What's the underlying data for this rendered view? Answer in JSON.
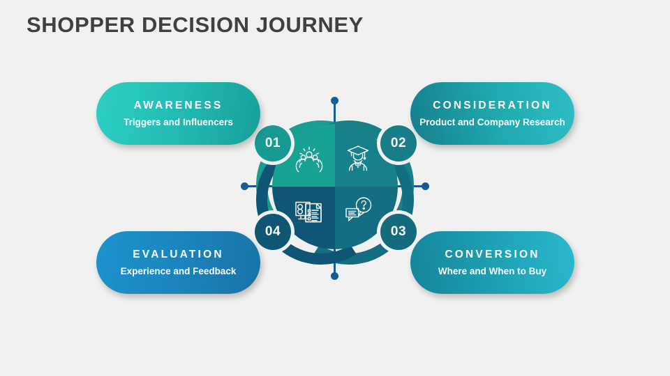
{
  "page": {
    "title": "SHOPPER DECISION JOURNEY",
    "background_color": "#f1f1f1",
    "title_color": "#404040",
    "connector_color": "#175d92"
  },
  "stages": [
    {
      "number": "01",
      "title": "AWARENESS",
      "subtitle": "Triggers and Influencers",
      "icon": "hands-holding-people-icon",
      "quadrant_color": "#16a394",
      "badge_color": "#179a92",
      "position": "top-left"
    },
    {
      "number": "02",
      "title": "CONSIDERATION",
      "subtitle": "Product and Company Research",
      "icon": "graduate-person-icon",
      "quadrant_color": "#16818a",
      "badge_color": "#177e89",
      "position": "top-right"
    },
    {
      "number": "03",
      "title": "CONVERSION",
      "subtitle": "Where and When to Buy",
      "icon": "question-speech-bubbles-icon",
      "quadrant_color": "#146d80",
      "badge_color": "#156b7e",
      "position": "bottom-right"
    },
    {
      "number": "04",
      "title": "EVALUATION",
      "subtitle": "Experience and Feedback",
      "icon": "monitor-checklist-icon",
      "quadrant_color": "#0f5674",
      "badge_color": "#0f5674",
      "position": "bottom-left"
    }
  ]
}
